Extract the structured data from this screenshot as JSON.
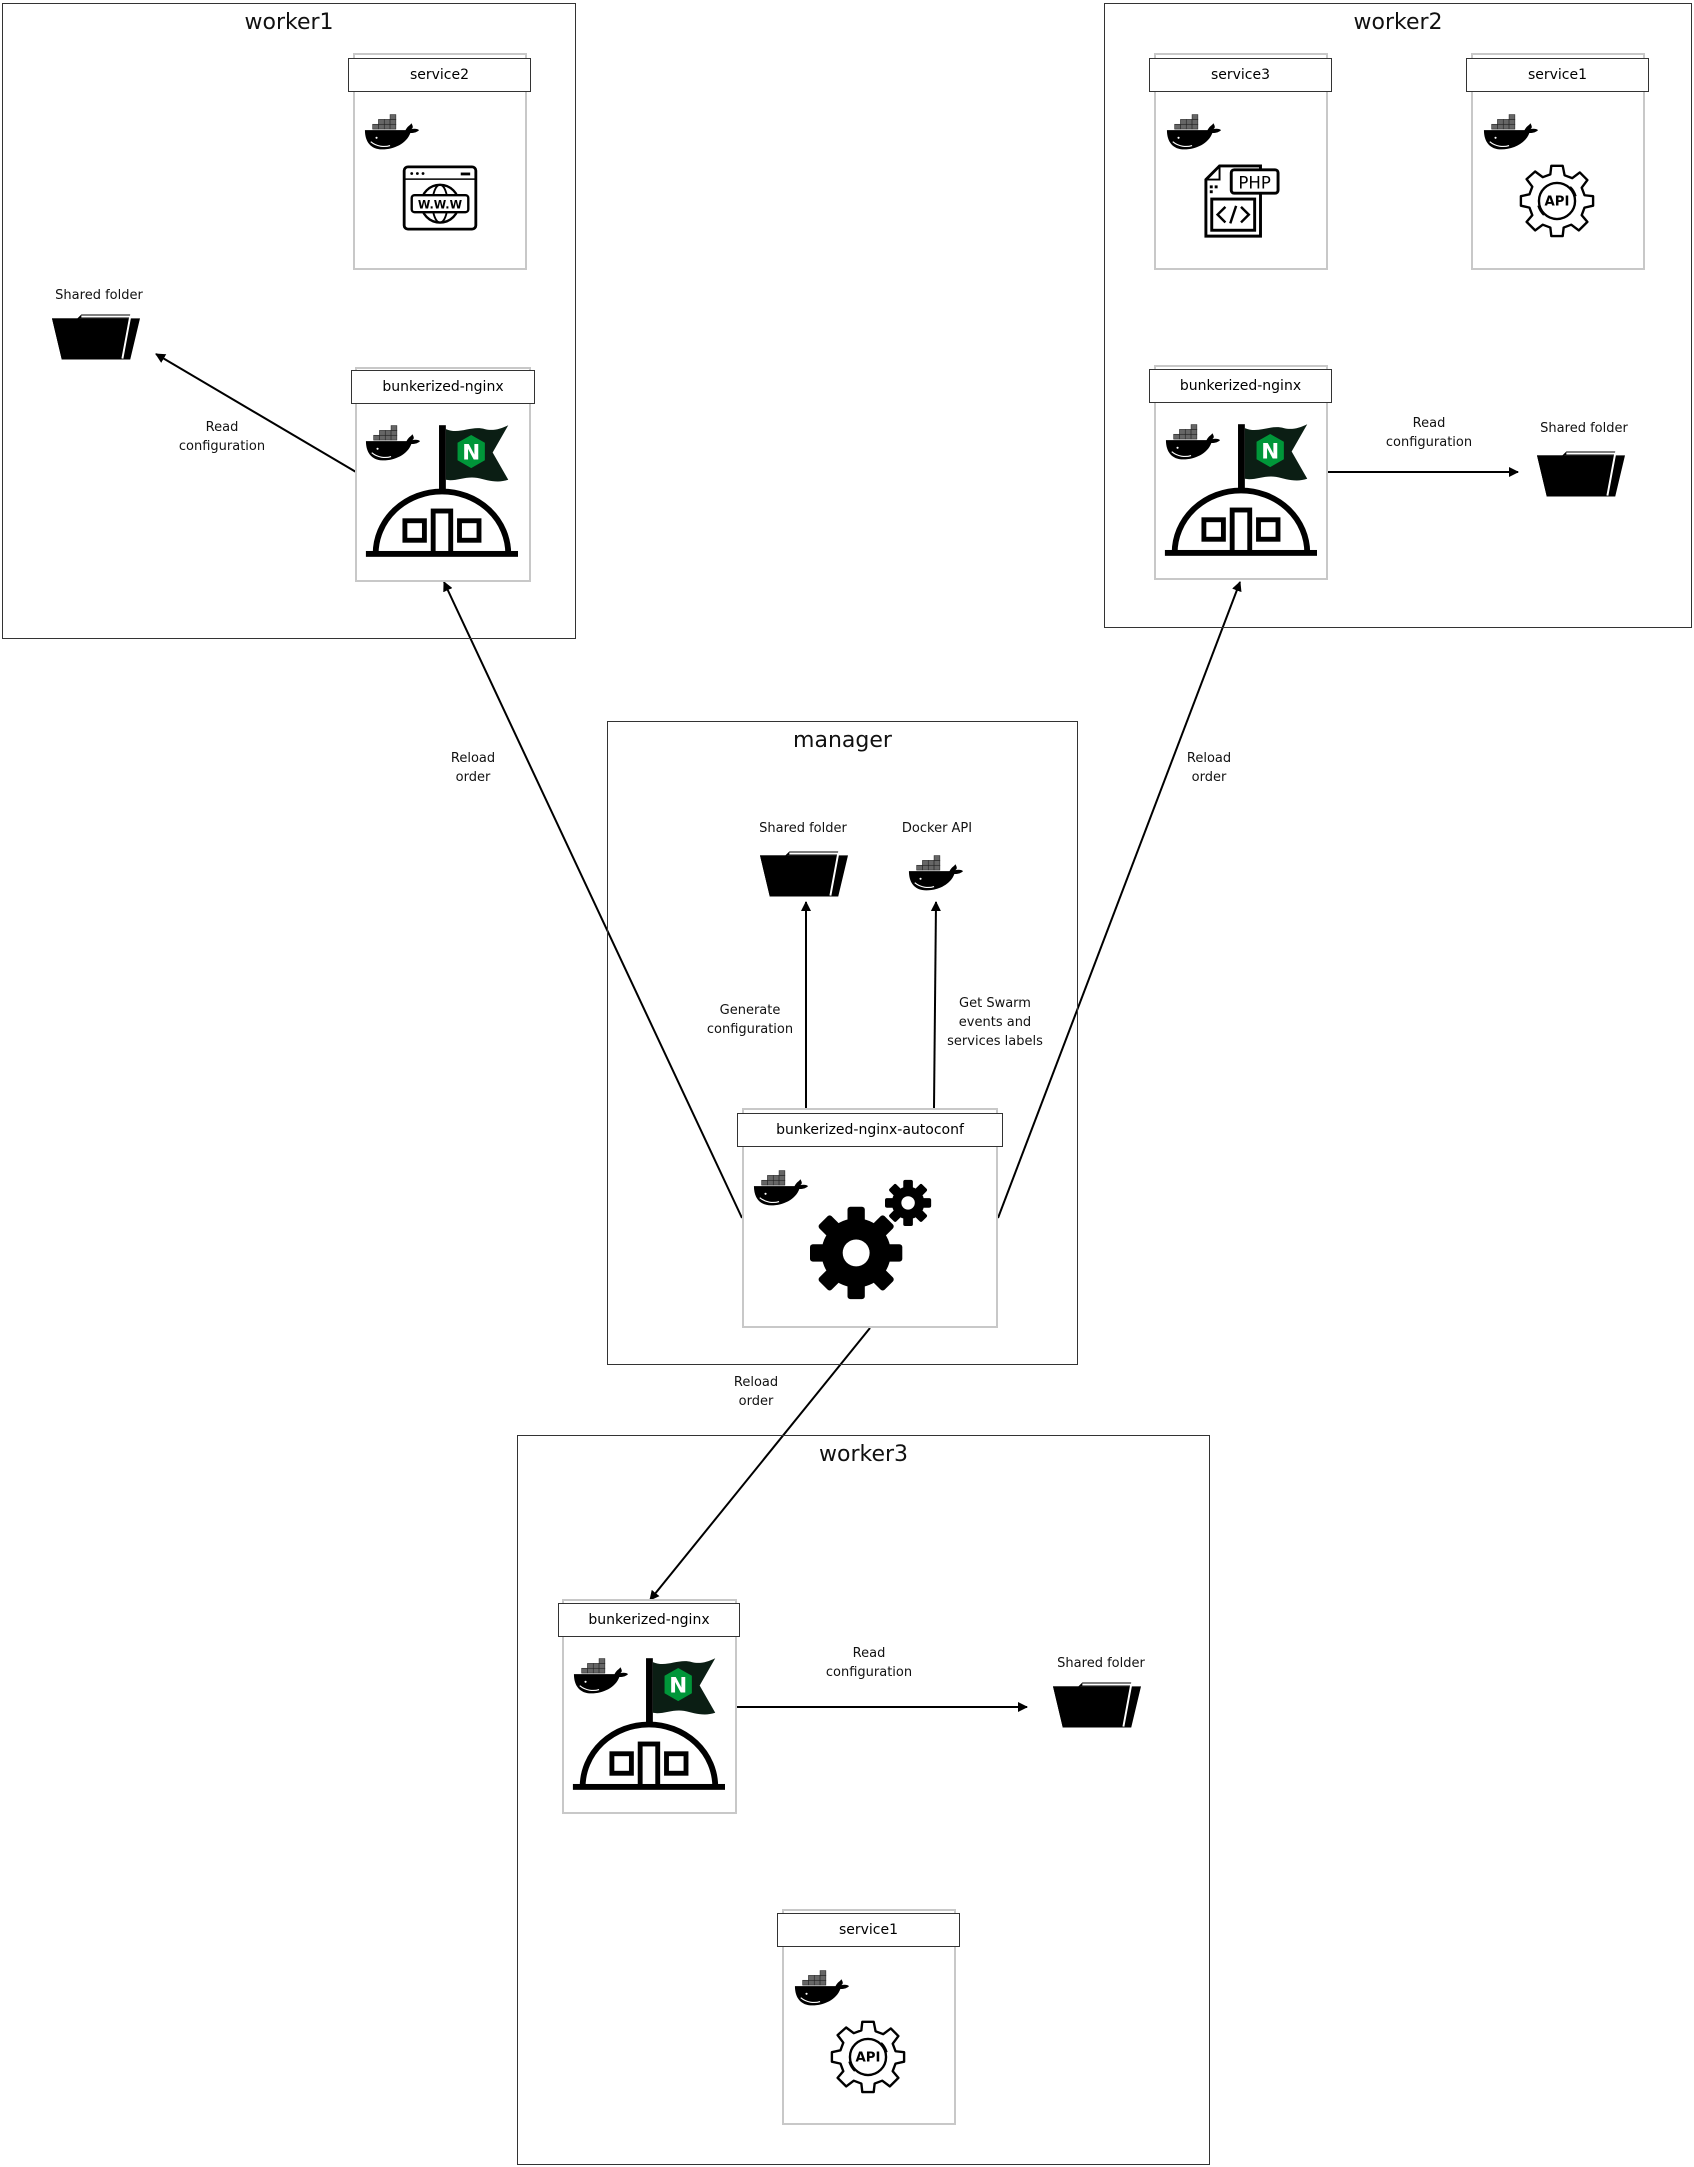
{
  "nodes": {
    "worker1": {
      "title": "worker1",
      "services": [
        {
          "name": "service2",
          "icon": "www-browser-icon"
        },
        {
          "name": "bunkerized-nginx",
          "icon": "nginx-bunker-icon"
        }
      ],
      "shared_folder_label": "Shared folder",
      "read_label": [
        "Read",
        "configuration"
      ]
    },
    "worker2": {
      "title": "worker2",
      "services": [
        {
          "name": "service3",
          "icon": "php-file-icon"
        },
        {
          "name": "service1",
          "icon": "api-gear-icon"
        },
        {
          "name": "bunkerized-nginx",
          "icon": "nginx-bunker-icon"
        }
      ],
      "shared_folder_label": "Shared folder",
      "read_label": [
        "Read",
        "configuration"
      ]
    },
    "manager": {
      "title": "manager",
      "shared_folder_label": "Shared folder",
      "docker_api_label": "Docker API",
      "autoconf": {
        "name": "bunkerized-nginx-autoconf",
        "icon": "gears-icon"
      },
      "generate_label": [
        "Generate",
        "configuration"
      ],
      "events_label": [
        "Get Swarm",
        "events and",
        "services labels"
      ]
    },
    "worker3": {
      "title": "worker3",
      "services": [
        {
          "name": "bunkerized-nginx",
          "icon": "nginx-bunker-icon"
        },
        {
          "name": "service1",
          "icon": "api-gear-icon"
        }
      ],
      "shared_folder_label": "Shared folder",
      "read_label": [
        "Read",
        "configuration"
      ]
    }
  },
  "edges": {
    "reload_label": [
      "Reload",
      "order"
    ]
  },
  "colors": {
    "nginx_green": "#009639",
    "flag_dark": "#0b1e14"
  }
}
